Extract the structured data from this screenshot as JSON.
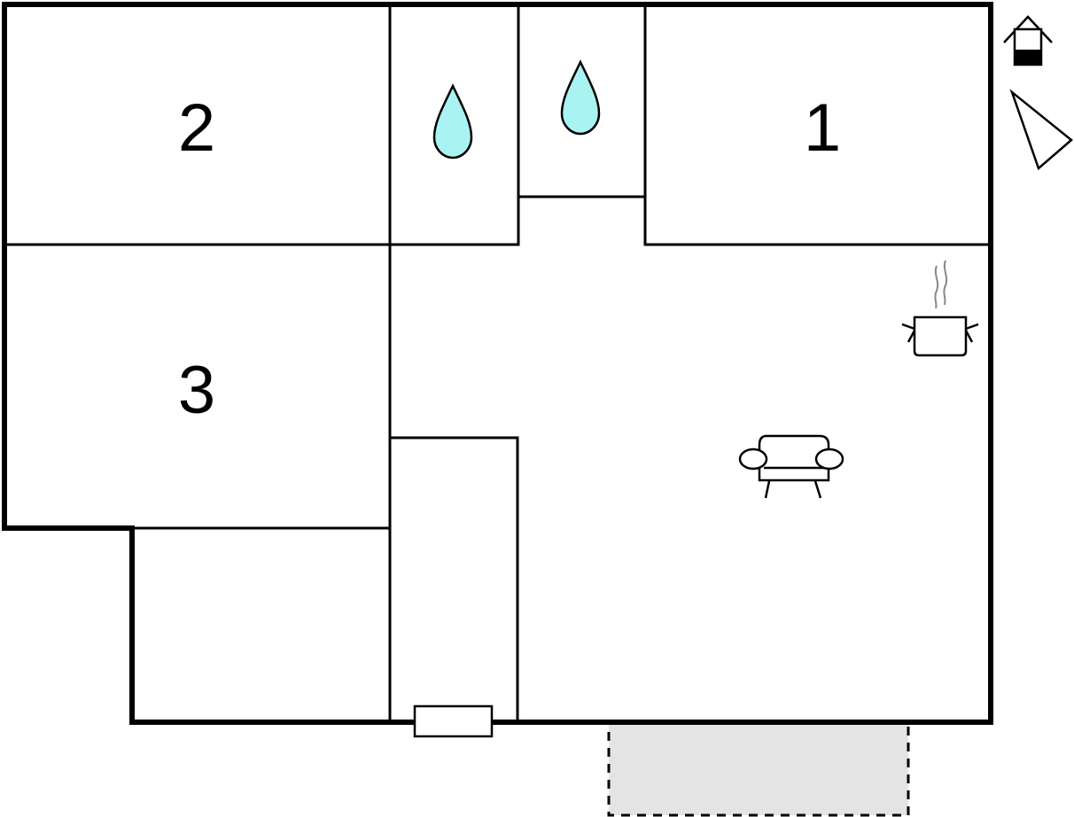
{
  "floor_plan": {
    "rooms": [
      {
        "label": "2",
        "type": "bedroom"
      },
      {
        "label": "1",
        "type": "bedroom"
      },
      {
        "label": "3",
        "type": "bedroom"
      }
    ],
    "icons": [
      "water-drop-icon",
      "water-drop-icon",
      "cooking-pot-icon",
      "armchair-icon",
      "house-level-icon",
      "compass-arrow-icon"
    ],
    "colors": {
      "wall": "#000000",
      "water": "#aaf3f3",
      "terrace": "#e4e4e4",
      "steam": "#888888",
      "background": "#ffffff"
    }
  }
}
